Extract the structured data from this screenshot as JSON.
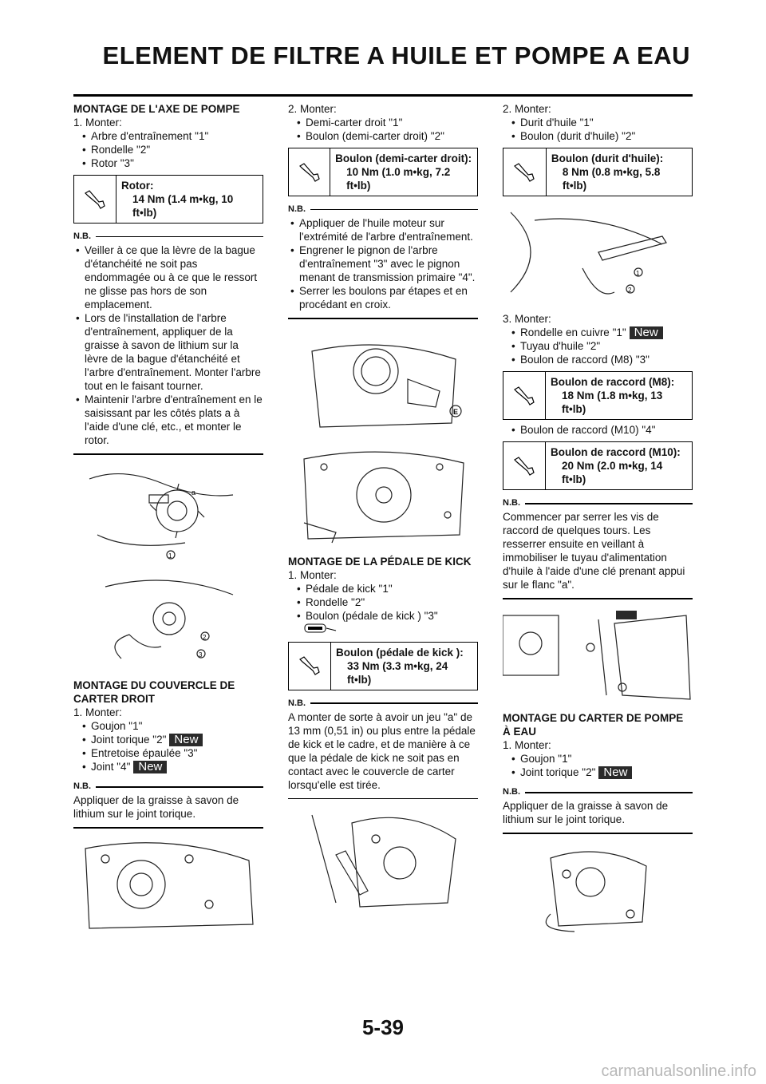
{
  "header": {
    "title": "ELEMENT DE FILTRE A HUILE ET POMPE A EAU"
  },
  "footer": {
    "page": "5-39",
    "watermark": "carmanualsonline.info"
  },
  "new_badge": "New",
  "col1": {
    "s1_title": "MONTAGE DE L'AXE DE POMPE",
    "s1_step": "1.  Monter:",
    "s1_items": [
      "Arbre d'entraînement \"1\"",
      "Rondelle \"2\"",
      "Rotor \"3\""
    ],
    "s1_spec_title": "Rotor:",
    "s1_spec_value": "14 Nm (1.4 m•kg, 10 ft•lb)",
    "nb": "N.B.",
    "s1_notes": [
      "Veiller à ce que la lèvre de la bague d'étanchéité ne soit pas endommagée ou à ce que le ressort ne glisse pas hors de son emplacement.",
      "Lors de l'installation de l'arbre d'entraînement, appliquer de la graisse à savon de lithium sur la lèvre de la bague d'étanchéité et l'arbre d'entraînement. Monter l'arbre tout en le faisant tourner.",
      "Maintenir l'arbre d'entraînement en le saisissant par les côtés plats a à l'aide d'une clé, etc., et monter le rotor."
    ],
    "s2_title": "MONTAGE DU COUVERCLE DE CARTER DROIT",
    "s2_step": "1.  Monter:",
    "s2_items": [
      "Goujon \"1\"",
      "Joint torique \"2\"",
      "Entretoise épaulée \"3\"",
      "Joint \"4\""
    ],
    "s2_note": "Appliquer de la graisse à savon de lithium sur le joint torique."
  },
  "col2": {
    "step": "2.  Monter:",
    "items": [
      "Demi-carter droit \"1\"",
      "Boulon (demi-carter droit) \"2\""
    ],
    "spec_title": "Boulon (demi-carter droit):",
    "spec_value": "10 Nm (1.0 m•kg, 7.2 ft•lb)",
    "notes": [
      "Appliquer de l'huile moteur sur l'extrémité de l'arbre d'entraînement.",
      "Engrener le pignon de l'arbre d'entraînement \"3\" avec le pignon menant de transmission primaire \"4\".",
      "Serrer les boulons par étapes et en procédant en croix."
    ],
    "s3_title": "MONTAGE DE LA PÉDALE DE KICK",
    "s3_step": "1.  Monter:",
    "s3_items": [
      "Pédale de kick \"1\"",
      "Rondelle \"2\"",
      "Boulon (pédale de kick ) \"3\""
    ],
    "s3_spec_title": "Boulon (pédale de kick ):",
    "s3_spec_value": "33 Nm (3.3 m•kg, 24 ft•lb)",
    "s3_note": "A monter de sorte à avoir un jeu \"a\" de 13 mm (0,51 in) ou plus entre la pédale de kick et le cadre, et de manière à ce que la pédale de kick ne soit pas en contact avec le couvercle de carter lorsqu'elle est tirée."
  },
  "col3": {
    "step2": "2.  Monter:",
    "items2": [
      "Durit d'huile \"1\"",
      "Boulon (durit d'huile) \"2\""
    ],
    "spec2_title": "Boulon (durit d'huile):",
    "spec2_value": "8 Nm (0.8 m•kg, 5.8 ft•lb)",
    "step3": "3.  Monter:",
    "items3": [
      "Rondelle en cuivre \"1\"",
      "Tuyau d'huile \"2\"",
      "Boulon de raccord (M8) \"3\""
    ],
    "spec3_title": "Boulon de raccord (M8):",
    "spec3_value": "18 Nm (1.8 m•kg, 13 ft•lb)",
    "item4": "Boulon de raccord (M10) \"4\"",
    "spec4_title": "Boulon de raccord (M10):",
    "spec4_value": "20 Nm (2.0 m•kg, 14 ft•lb)",
    "note3": "Commencer par serrer les vis de raccord de quelques tours. Les resserrer ensuite en veillant à immobiliser le tuyau d'alimentation d'huile à l'aide d'une clé prenant appui sur le flanc \"a\".",
    "s4_title": "MONTAGE DU CARTER DE POMPE À EAU",
    "s4_step": "1.  Monter:",
    "s4_items": [
      "Goujon \"1\"",
      "Joint torique \"2\""
    ],
    "s4_note": "Appliquer de la graisse à savon de lithium sur le joint torique."
  }
}
